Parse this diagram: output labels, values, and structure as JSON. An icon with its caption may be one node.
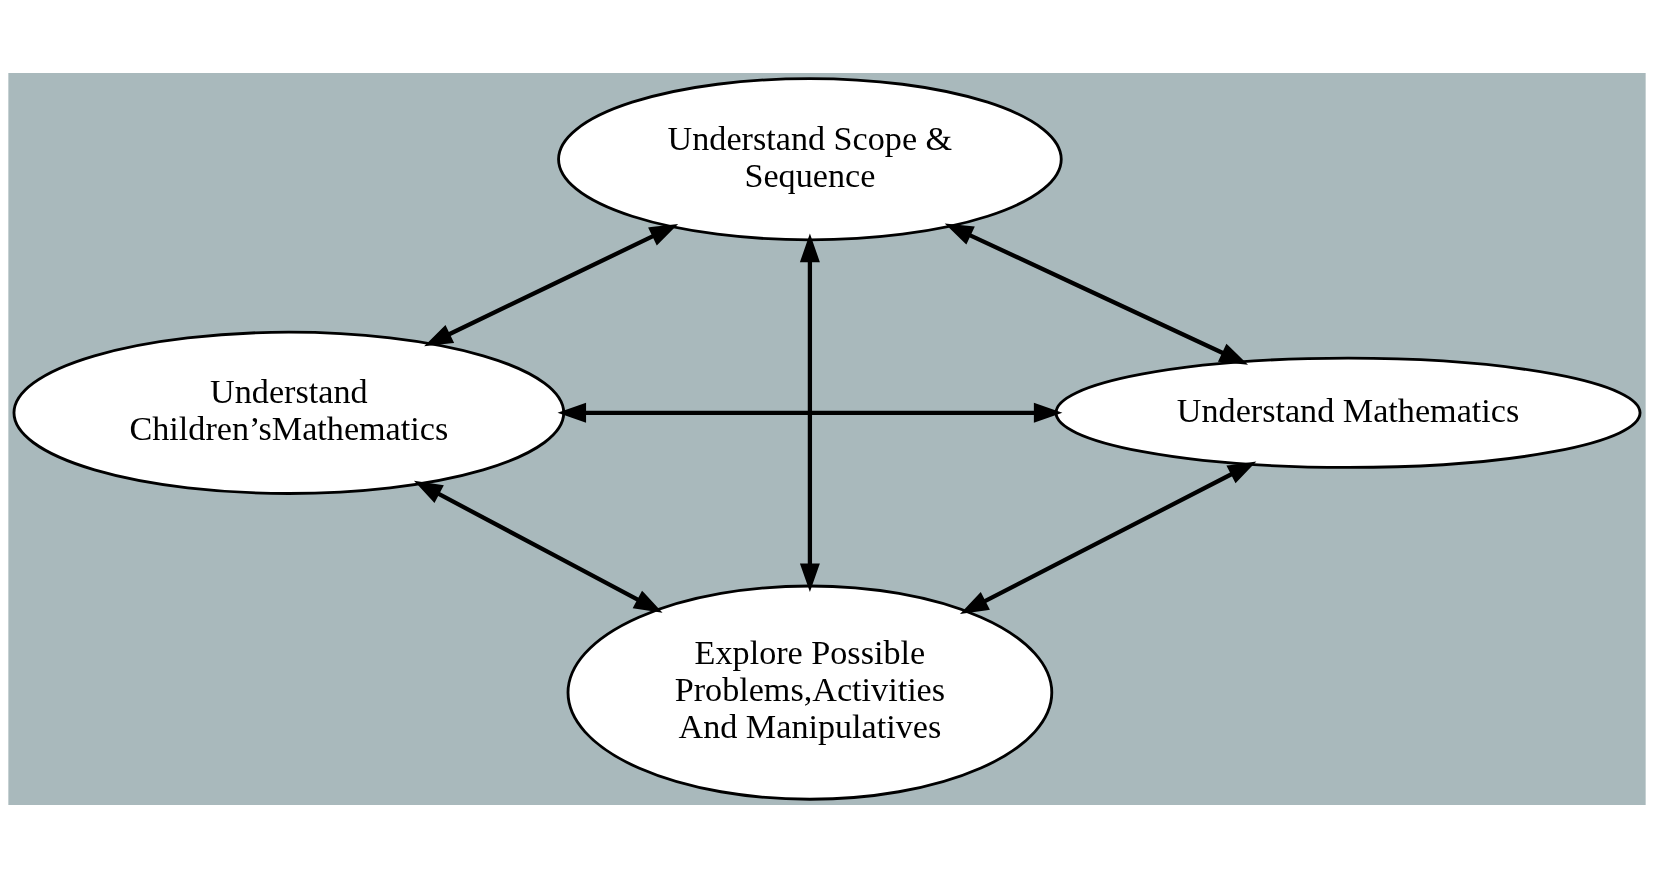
{
  "diagram": {
    "nodes": [
      {
        "text": [
          "Understand Scope & Sequence"
        ]
      },
      {
        "text": [
          "Understand Mathematics"
        ]
      },
      {
        "text": [
          "Understand Children’sMathematics"
        ]
      },
      {
        "text": [
          "Explore Possible Problems,Activities And Manipulatives"
        ]
      }
    ],
    "edges": [
      {
        "from": 1,
        "to": 0,
        "arrow": "both"
      },
      {
        "from": 0,
        "to": 2,
        "arrow": "both"
      },
      {
        "from": 1,
        "to": 2,
        "arrow": "both"
      },
      {
        "from": 0,
        "to": 3,
        "arrow": "both"
      },
      {
        "from": 1,
        "to": 3,
        "arrow": "both"
      },
      {
        "from": 3,
        "to": 2,
        "arrow": "both"
      }
    ]
  }
}
